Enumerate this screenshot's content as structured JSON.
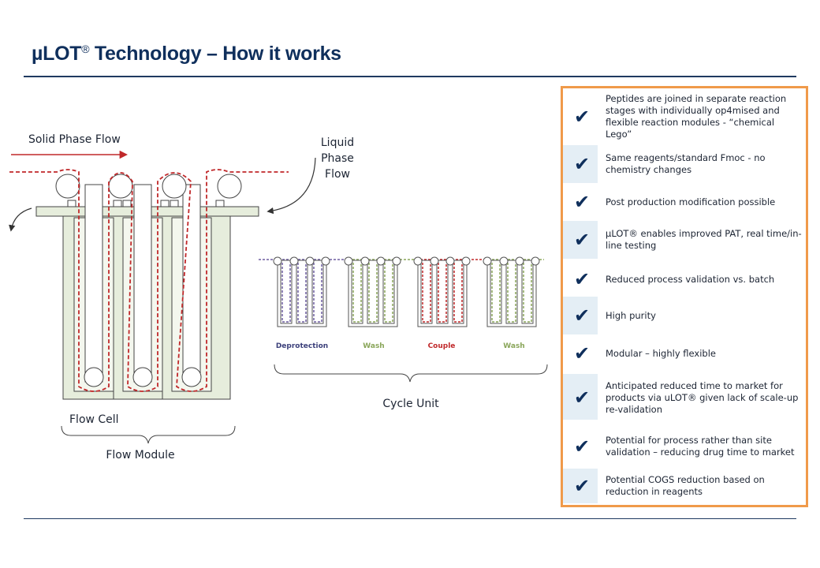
{
  "slide": {
    "title_main": "µLOT",
    "title_reg": "®",
    "title_rest": " Technology – How it works"
  },
  "labels": {
    "solid_phase_flow": "Solid Phase Flow",
    "liquid_phase_flow_1": "Liquid",
    "liquid_phase_flow_2": "Phase",
    "liquid_phase_flow_3": "Flow",
    "flow_cell": "Flow Cell",
    "flow_module": "Flow Module",
    "cycle_unit": "Cycle Unit",
    "deprotection": "Deprotection",
    "wash_1": "Wash",
    "couple": "Couple",
    "wash_2": "Wash"
  },
  "colors": {
    "title": "#0f2f5c",
    "panel_border": "#f09a4a",
    "flow_red": "#c0282a",
    "deprotection_purple": "#6e5fa0",
    "wash_green": "#8aa65a",
    "couple_red": "#c0282a",
    "module_fill": "#e6eddc"
  },
  "benefits": [
    {
      "icon": "check-icon",
      "text": "Peptides are joined in separate reaction stages with individually op4mised and flexible reaction modules - “chemical Lego”"
    },
    {
      "icon": "check-icon",
      "text": "Same reagents/standard Fmoc - no chemistry changes"
    },
    {
      "icon": "check-icon",
      "text": "Post production modification possible"
    },
    {
      "icon": "check-icon",
      "text": "µLOT® enables improved PAT, real time/in-line testing"
    },
    {
      "icon": "check-icon",
      "text": "Reduced process validation vs. batch"
    },
    {
      "icon": "check-icon",
      "text": "High purity"
    },
    {
      "icon": "check-icon",
      "text": "Modular – highly flexible"
    },
    {
      "icon": "check-icon",
      "text": "Anticipated reduced time to market for products via uLOT® given lack of scale-up re-validation"
    },
    {
      "icon": "check-icon",
      "text": "Potential for process rather than site validation – reducing drug time to market"
    },
    {
      "icon": "check-icon",
      "text": "Potential COGS reduction based on reduction in reagents"
    }
  ]
}
